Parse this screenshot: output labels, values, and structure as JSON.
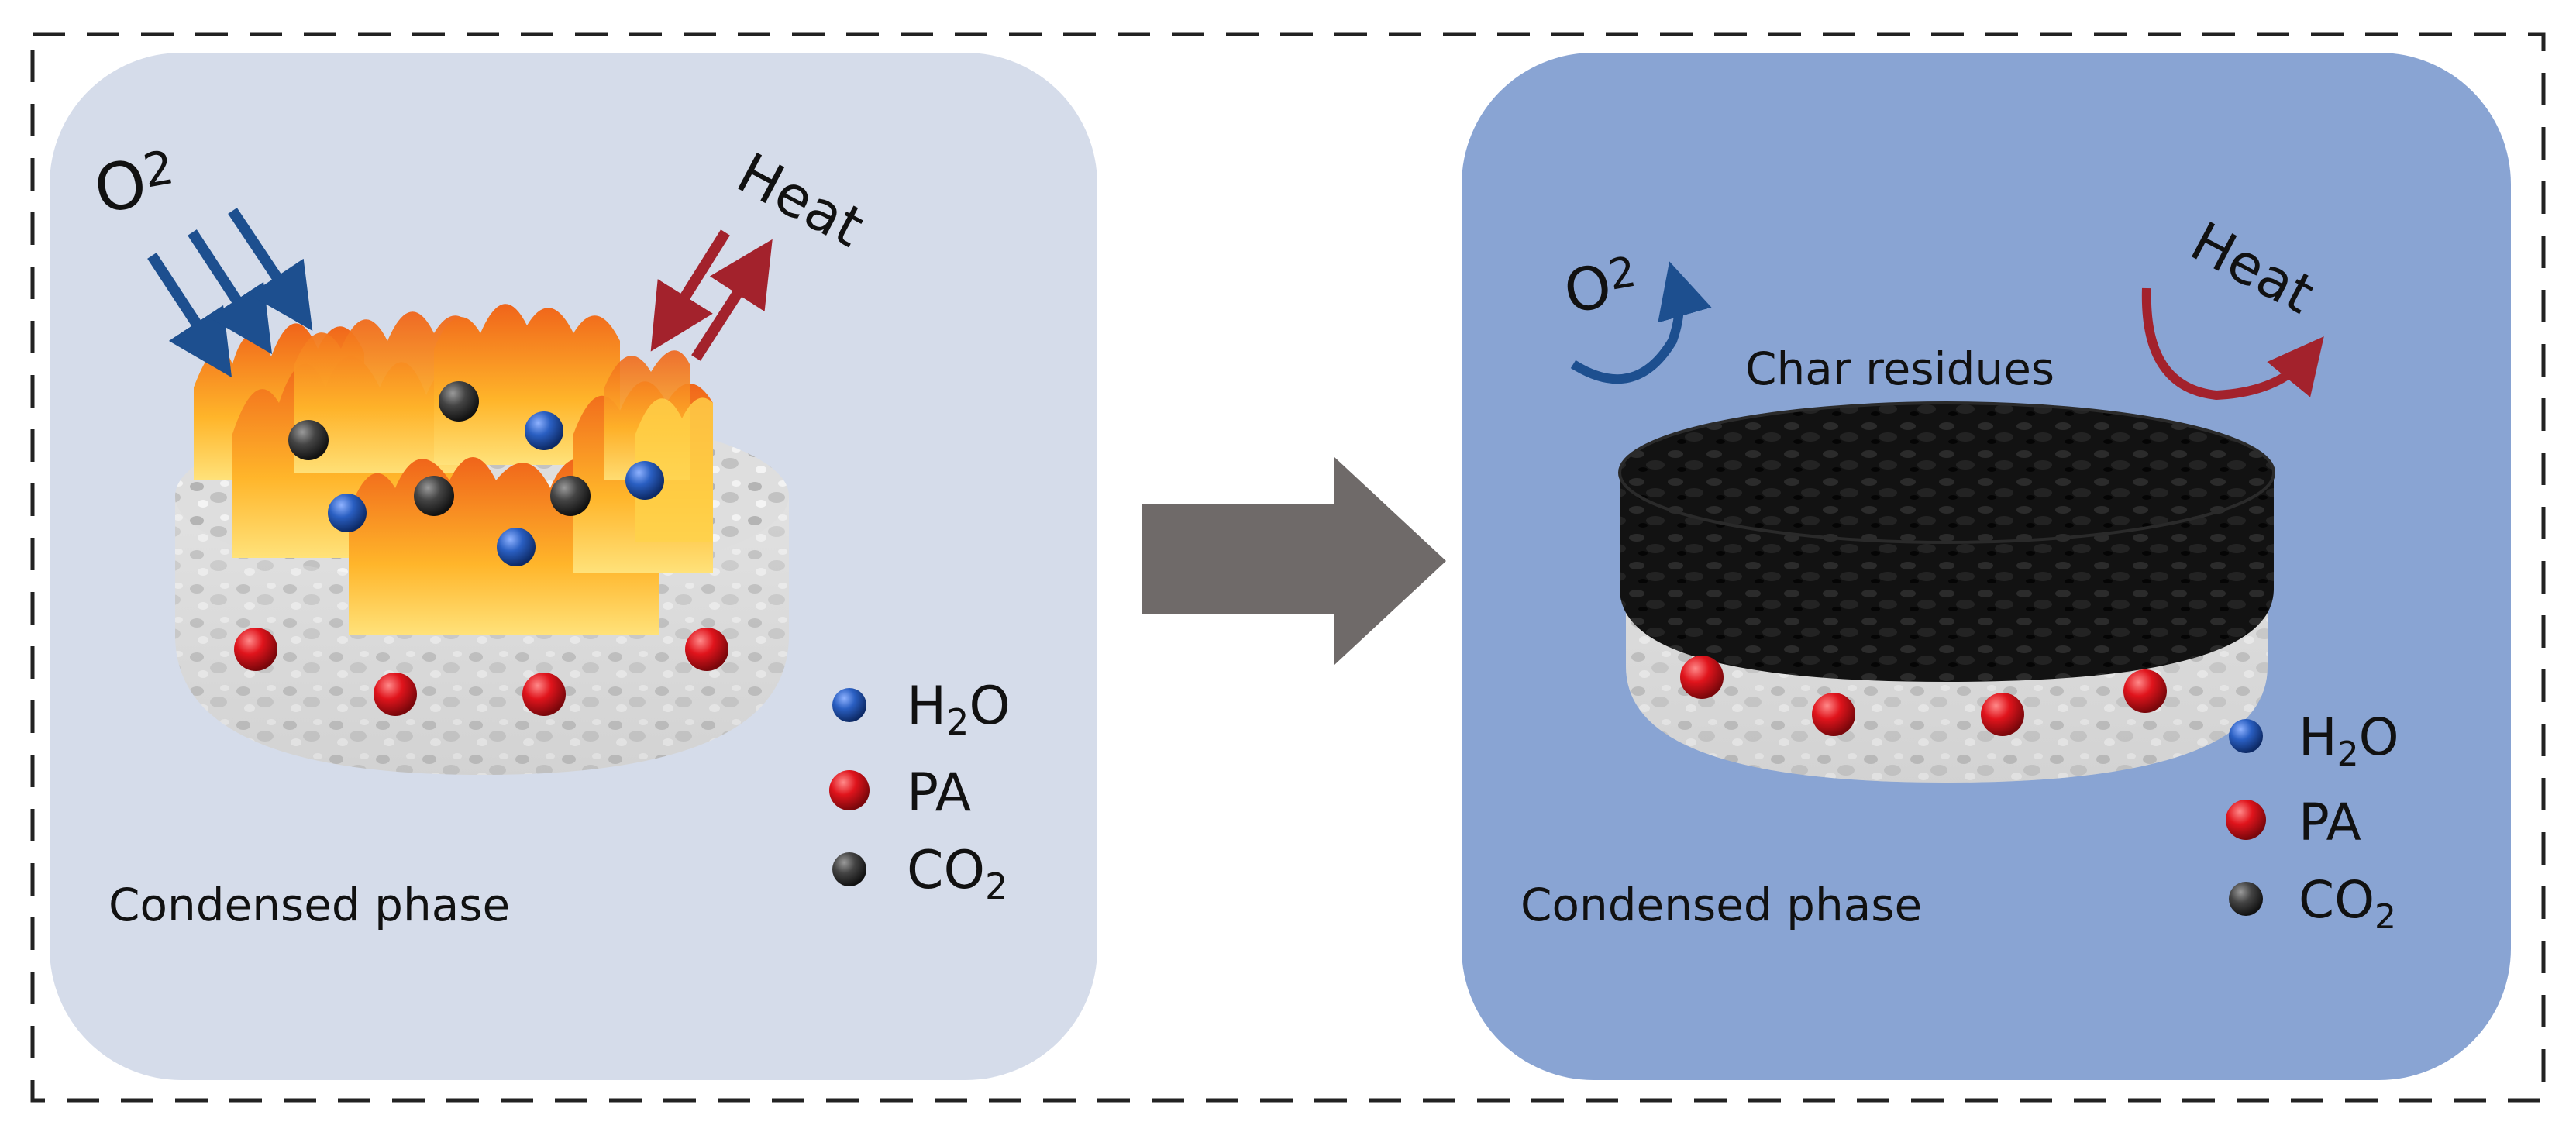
{
  "left_panel": {
    "o2_label": "O",
    "o2_sub": "2",
    "heat_label": "Heat",
    "phase_label": "Condensed phase",
    "legend": [
      {
        "label": "H",
        "sub": "2",
        "tail": "O",
        "color": "#1f4fa8"
      },
      {
        "label": "PA",
        "sub": "",
        "tail": "",
        "color": "#d9141b"
      },
      {
        "label": "CO",
        "sub": "2",
        "tail": "",
        "color": "#3a3a3a"
      }
    ]
  },
  "right_panel": {
    "o2_label": "O",
    "o2_sub": "2",
    "heat_label": "Heat",
    "char_label": "Char residues",
    "phase_label": "Condensed phase",
    "legend": [
      {
        "label": "H",
        "sub": "2",
        "tail": "O",
        "color": "#1f4fa8"
      },
      {
        "label": "PA",
        "sub": "",
        "tail": "",
        "color": "#d9141b"
      },
      {
        "label": "CO",
        "sub": "2",
        "tail": "",
        "color": "#3a3a3a"
      }
    ]
  },
  "colors": {
    "left_panel_bg": "#d5dcea",
    "right_panel_bg": "#89a4d3",
    "process_arrow": "#6f6a69",
    "o2_arrow": "#1d4f8f",
    "heat_arrow": "#a3222c",
    "flame": "#f58b1f",
    "char": "#111111"
  }
}
